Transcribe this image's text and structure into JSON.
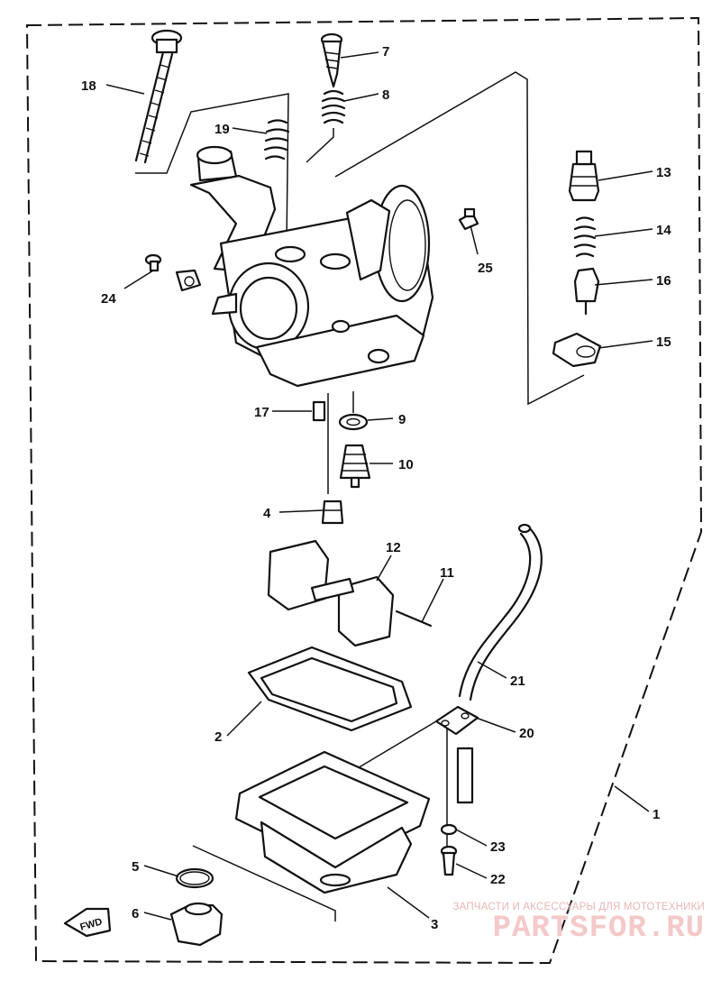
{
  "diagram": {
    "callouts": [
      {
        "id": "c1",
        "label": "1"
      },
      {
        "id": "c2",
        "label": "2"
      },
      {
        "id": "c3",
        "label": "3"
      },
      {
        "id": "c4",
        "label": "4"
      },
      {
        "id": "c5",
        "label": "5"
      },
      {
        "id": "c6",
        "label": "6"
      },
      {
        "id": "c7",
        "label": "7"
      },
      {
        "id": "c8",
        "label": "8"
      },
      {
        "id": "c9",
        "label": "9"
      },
      {
        "id": "c10",
        "label": "10"
      },
      {
        "id": "c11",
        "label": "11"
      },
      {
        "id": "c12",
        "label": "12"
      },
      {
        "id": "c13",
        "label": "13"
      },
      {
        "id": "c14",
        "label": "14"
      },
      {
        "id": "c15",
        "label": "15"
      },
      {
        "id": "c16",
        "label": "16"
      },
      {
        "id": "c17",
        "label": "17"
      },
      {
        "id": "c18",
        "label": "18"
      },
      {
        "id": "c19",
        "label": "19"
      },
      {
        "id": "c20",
        "label": "20"
      },
      {
        "id": "c21",
        "label": "21"
      },
      {
        "id": "c22",
        "label": "22"
      },
      {
        "id": "c23",
        "label": "23"
      },
      {
        "id": "c24",
        "label": "24"
      },
      {
        "id": "c25",
        "label": "25"
      }
    ],
    "fwd_label": "FWD"
  },
  "watermark": {
    "tagline": "ЗАПЧАСТИ И АКСЕССУАРЫ ДЛЯ МОТОТЕХНИКИ",
    "logo": "PARTSFOR.RU",
    "color": "#f3c9c9"
  }
}
